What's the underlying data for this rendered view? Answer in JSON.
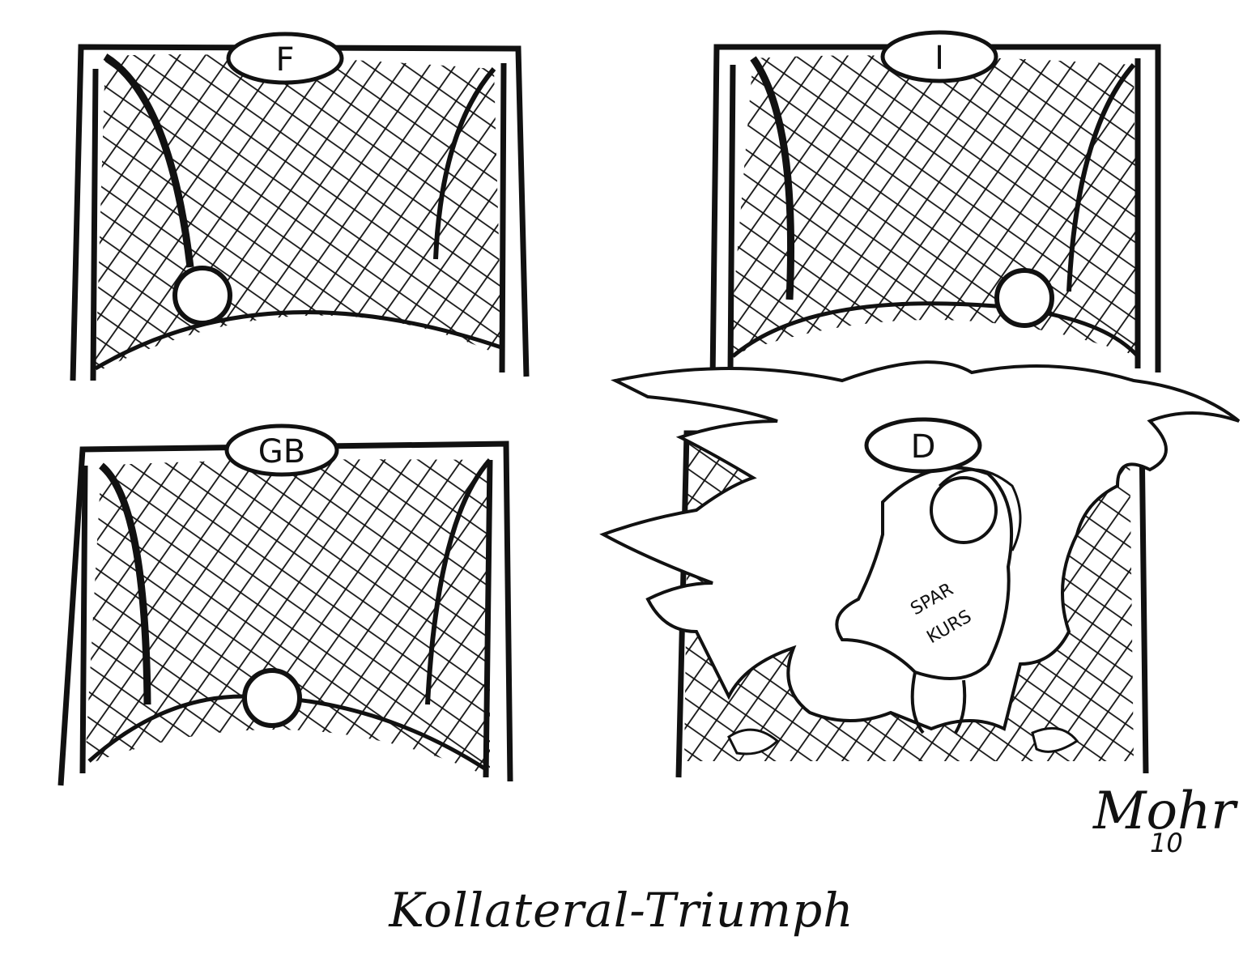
{
  "panels": [
    {
      "badge": "F"
    },
    {
      "badge": "I"
    },
    {
      "badge": "GB"
    },
    {
      "badge": "D"
    }
  ],
  "shirt": {
    "line1": "SPAR",
    "line2": "KURS"
  },
  "signature": {
    "name": "Mohr",
    "year": "10"
  },
  "caption": "Kollateral-Triumph"
}
